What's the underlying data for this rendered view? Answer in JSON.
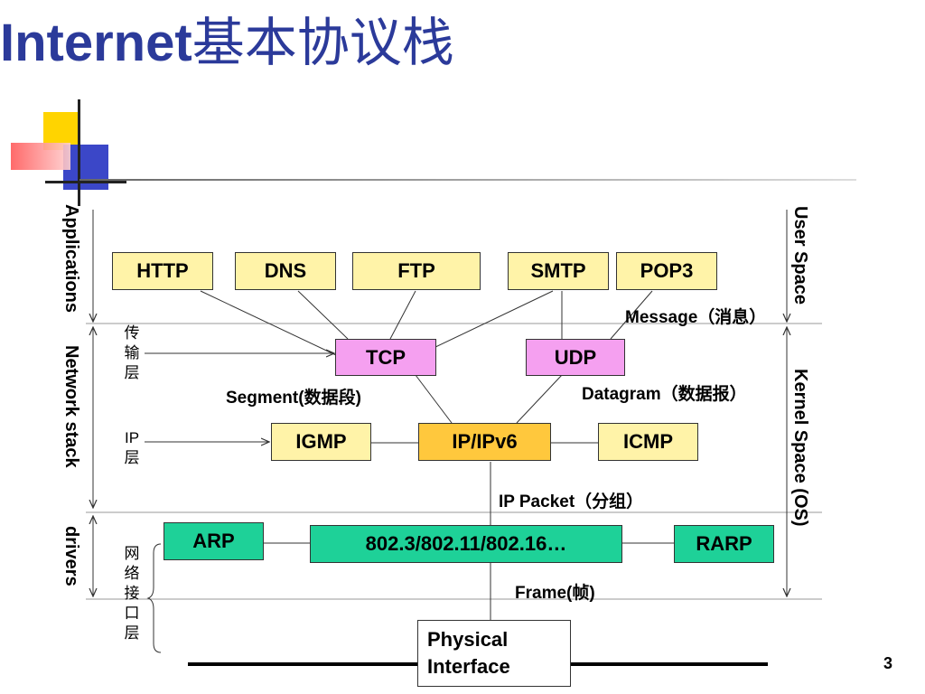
{
  "slide": {
    "title_latin": "Internet",
    "title_cn": "基本协议栈",
    "page_number": "3"
  },
  "side_labels": {
    "applications": "Applications",
    "network_stack": "Network stack",
    "drivers": "drivers",
    "user_space": "User Space",
    "kernel_space": "Kernel Space (OS)"
  },
  "layer_labels": {
    "transport": "传输层",
    "ip": "IP层",
    "netif": "网络接口层"
  },
  "boxes": {
    "http": "HTTP",
    "dns": "DNS",
    "ftp": "FTP",
    "smtp": "SMTP",
    "pop3": "POP3",
    "tcp": "TCP",
    "udp": "UDP",
    "igmp": "IGMP",
    "ip": "IP/IPv6",
    "icmp": "ICMP",
    "arp": "ARP",
    "ieee": "802.3/802.11/802.16…",
    "rarp": "RARP",
    "physical_line1": "Physical",
    "physical_line2": "Interface"
  },
  "data_units": {
    "message": "Message（消息）",
    "segment": "Segment(数据段)",
    "datagram": "Datagram（数据报）",
    "ip_packet": "IP Packet（分组）",
    "frame": "Frame(帧)"
  },
  "colors": {
    "title": "#2b3a9a",
    "app_box": "#fff3a8",
    "transport_box": "#f5a0f0",
    "ip_box": "#ffc83d",
    "link_box": "#1ed198"
  }
}
